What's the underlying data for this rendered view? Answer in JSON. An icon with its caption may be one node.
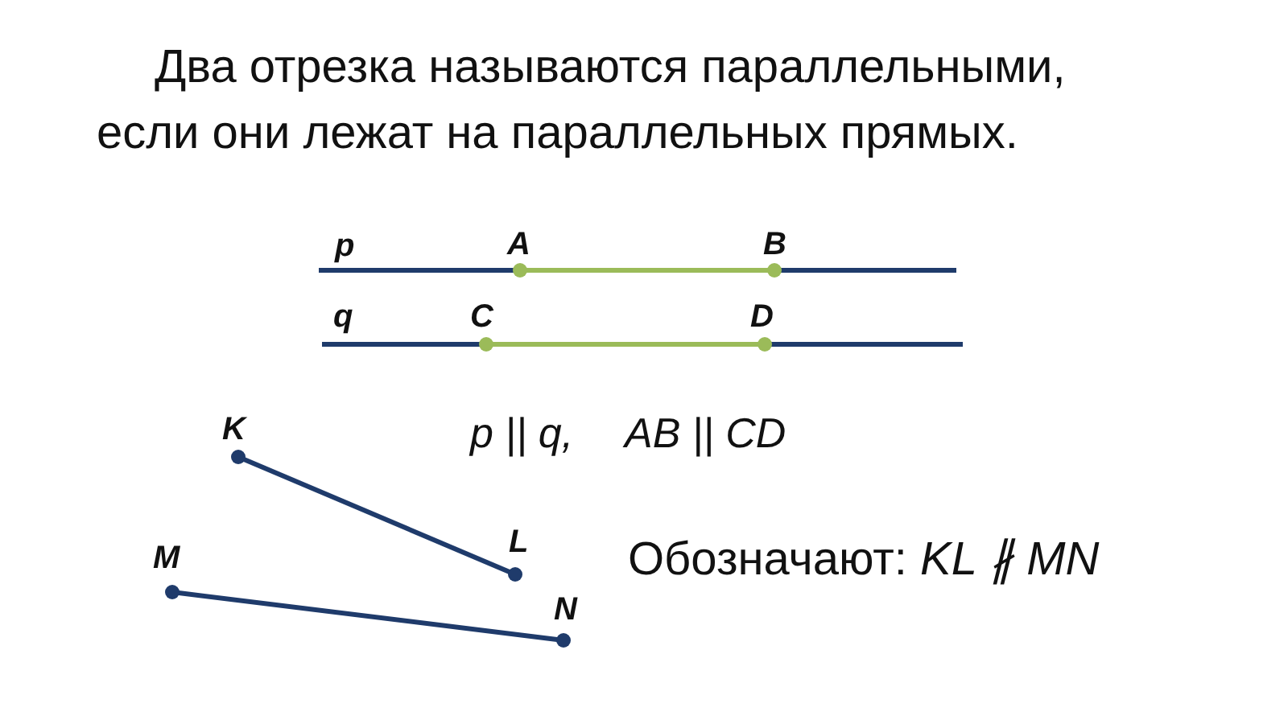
{
  "diagram": {
    "title": "Два отрезка называются параллельными, если они лежат на параллельных прямых.",
    "labels": [
      "p",
      "A",
      "B",
      "q",
      "C",
      "D",
      "K",
      "p || q,",
      "AB || CD",
      "L",
      "M",
      "Обозначают: *KL ∦ MN*",
      "N"
    ]
  }
}
